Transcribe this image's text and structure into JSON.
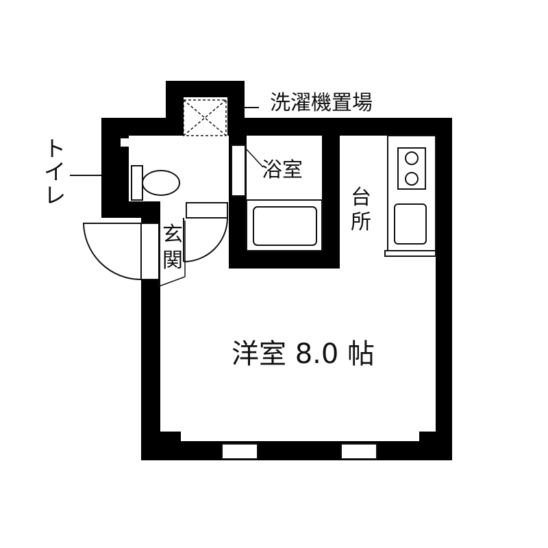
{
  "floorplan": {
    "labels": {
      "laundry": "洗濯機置場",
      "toilet": "トイレ",
      "bath": "浴室",
      "kitchen": "台所",
      "entrance": "玄関",
      "room": "洋室 8.0 帖"
    },
    "colors": {
      "wall": "#000000",
      "floor": "#ffffff",
      "line": "#111111"
    }
  }
}
